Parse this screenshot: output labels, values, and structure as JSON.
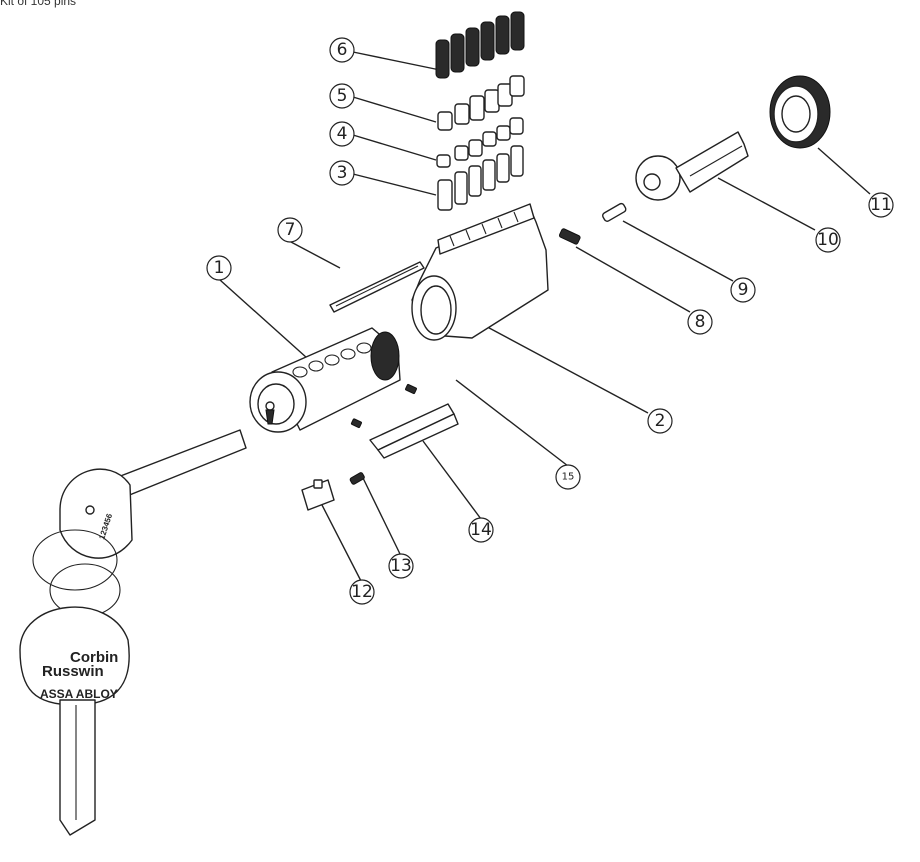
{
  "header": {
    "caption": "Kit of 105 pins"
  },
  "callouts": {
    "c1": "1",
    "c2": "2",
    "c3": "3",
    "c4": "4",
    "c5": "5",
    "c6": "6",
    "c7": "7",
    "c8": "8",
    "c9": "9",
    "c10": "10",
    "c11": "11",
    "c12": "12",
    "c13": "13",
    "c14": "14",
    "c15": "15"
  },
  "key": {
    "brand_line1": "Corbin",
    "brand_line2": "Russwin",
    "brand_line3": "ASSA ABLOY",
    "serial": "123456"
  }
}
